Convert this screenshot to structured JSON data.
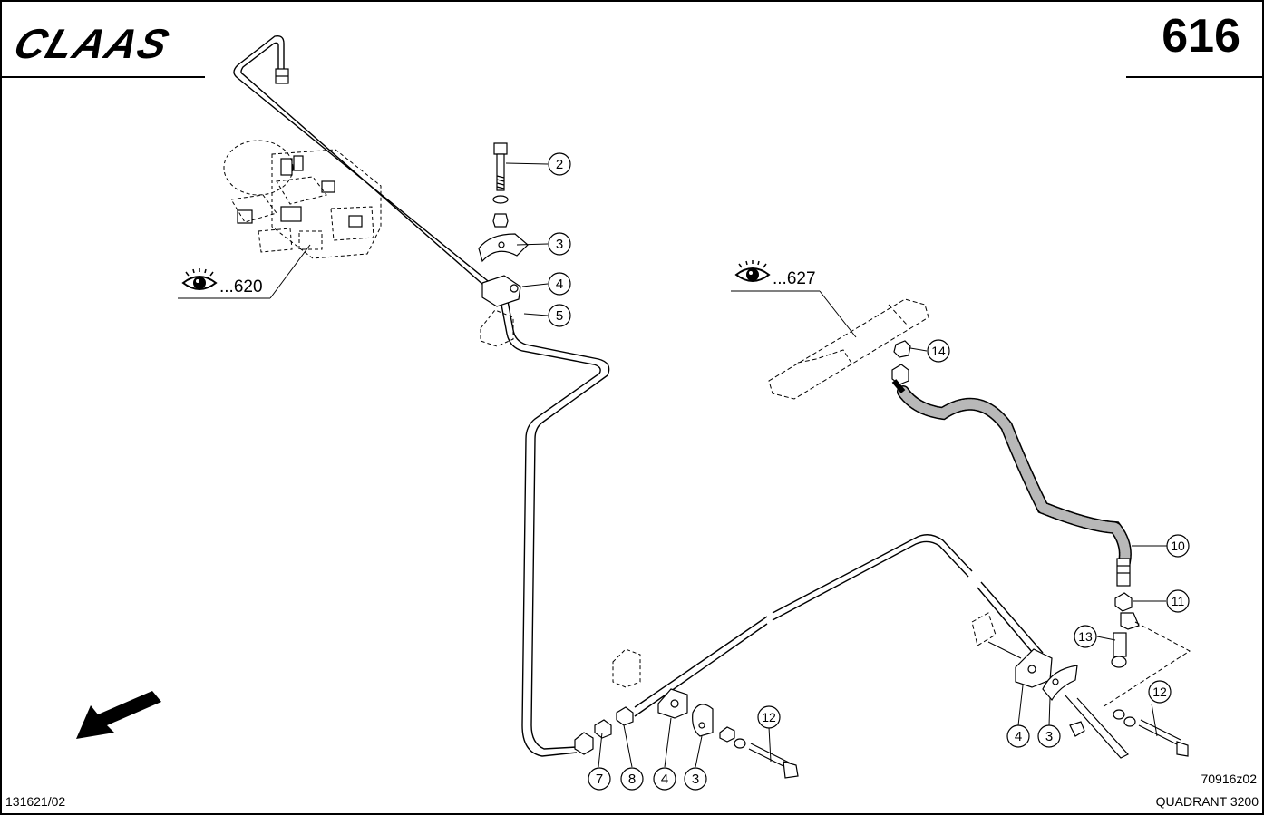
{
  "header": {
    "brand": "CLAAS",
    "page_number": "616"
  },
  "footer": {
    "doc_number": "131621/02",
    "drawing_id": "70916z02",
    "model": "QUADRANT 3200"
  },
  "references": {
    "ref_620": "...620",
    "ref_627": "...627"
  },
  "callouts": [
    "2",
    "3",
    "4",
    "5",
    "14",
    "10",
    "11",
    "13",
    "12",
    "7",
    "8",
    "4",
    "3",
    "12",
    "4",
    "3"
  ],
  "colors": {
    "line": "#000000",
    "background": "#ffffff",
    "hose_fill": "#b8b8b8"
  }
}
